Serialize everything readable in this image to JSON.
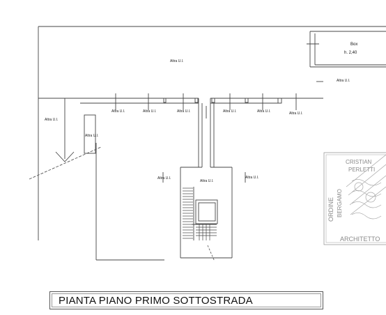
{
  "labels": {
    "altra_ui": "Altra U.I.",
    "box_title": "Box",
    "box_height": "h. 2,40"
  },
  "stamp": {
    "line1": "CRISTIAN",
    "line2": "PERLETTI",
    "line3": "ORDINE",
    "line4": "BERGAMO",
    "line5": "ARCHITETTO"
  },
  "title": "PIANTA PIANO PRIMO SOTTOSTRADA"
}
